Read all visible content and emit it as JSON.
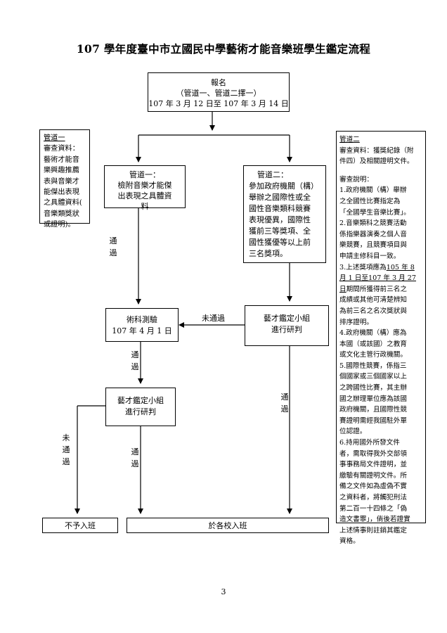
{
  "title": "107 學年度臺中市立國民中學藝術才能音樂班學生鑑定流程",
  "register": {
    "line1": "報名",
    "line2": "（管道一、管道二擇一）",
    "line3": "107 年 3 月 12 日至 107 年 3 月 14 日"
  },
  "left_note": {
    "heading": "管道一",
    "lines": [
      "審查資料：",
      "藝術才能音",
      "樂興趣推薦",
      "表與音樂才",
      "能傑出表現",
      "之具體資料(",
      "音樂類獎狀",
      "或證明)。"
    ]
  },
  "channel1": {
    "lines": [
      "管道一：",
      "檢附音樂才能傑",
      "出表現之具體資",
      "料"
    ]
  },
  "channel2": {
    "lines": [
      "管道二：",
      "參加政府機關（構）",
      "舉辦之國際性或全",
      "國性音樂類科競賽",
      "表現優異，國際性",
      "獲前三等獎項、全",
      "國性獲優等以上前",
      "三名獎項。"
    ]
  },
  "right_note": {
    "heading": "管道二",
    "review_materials": [
      "審查資料：獲獎紀錄（附",
      "件四）及相關證明文件。"
    ],
    "explain_heading": "審查說明：",
    "item1": [
      "1.政府機關（構）舉辦",
      "之全國性比賽指定為",
      "「全國學生音樂比賽」。"
    ],
    "item2": [
      "2.音樂類科之競賽活動",
      "係指樂器演奏之個人音",
      "樂競賽，且競賽項目與",
      "申請主修科目一致。"
    ],
    "item3_prefix": "3.上述獎項應為",
    "item3_date1": "105 年 8",
    "item3_date2a": "月 1 日至",
    "item3_date2b": "107 年 3 月 27",
    "item3_date3": "日",
    "item3_rest_first": "期間所獲得前三名之",
    "item3_rest": [
      "成績或其他可清楚辨知",
      "為前三名之名次獎狀與",
      "排序證明。"
    ],
    "item4": [
      "4.政府機關（構）應為",
      "本國（或該國）之教育",
      "或文化主管行政機關。"
    ],
    "item5": [
      "5.國際性競賽，係指三",
      "個國家或三個國家以上",
      "之跨國性比賽，其主辦",
      "國之辦理單位應為該國",
      "政府機關，且國際性競",
      "賽證明需經我國駐外單",
      "位認證。"
    ],
    "item6": [
      "6.持用國外所發文件",
      "者，需取得我外交部領",
      "事事務局文件證明，並",
      "繳驗有關證明文件。所",
      "備之文件如為虛偽不實",
      "之資料者，將觸犯刑法",
      "第二百一十四條之「偽",
      "造文書罪」，倘後若證實",
      "上述情事則註銷其鑑定",
      "資格。"
    ]
  },
  "test": {
    "line1": "術科測驗",
    "line2": "107 年 4 月 1 日"
  },
  "review_group_right": {
    "line1": "藝才鑑定小組",
    "line2": "進行研判"
  },
  "review_group_left": {
    "line1": "藝才鑑定小組",
    "line2": "進行研判"
  },
  "labels": {
    "pass": "通過",
    "not_pass": "未通過",
    "fail_horizontal": "未通過"
  },
  "result_reject": "不予入班",
  "result_admit": "於各校入班",
  "page_number": "3"
}
